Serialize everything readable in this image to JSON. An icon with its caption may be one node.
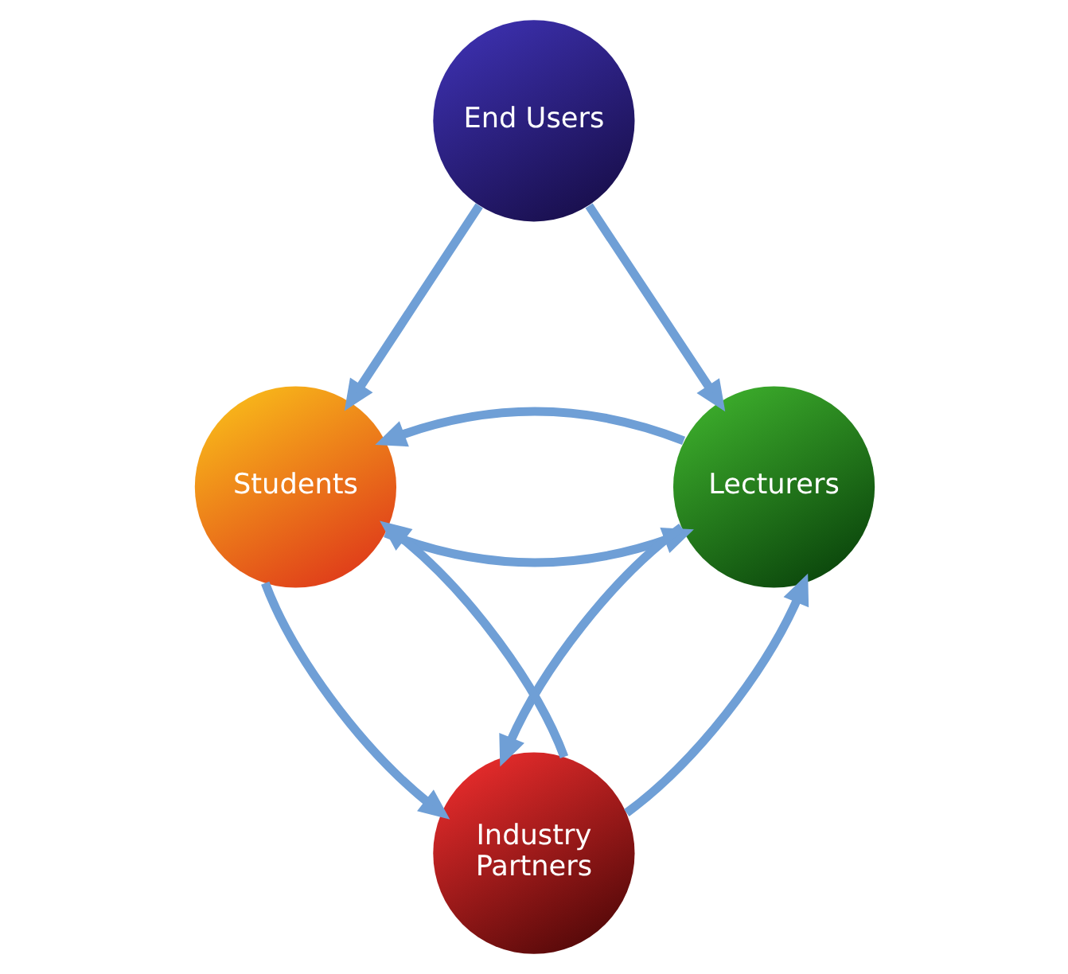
{
  "diagram": {
    "nodes": [
      {
        "text": [
          "End Users"
        ]
      },
      {
        "text": [
          "Students"
        ]
      },
      {
        "text": [
          "Lecturers"
        ]
      },
      {
        "text": [
          "Industry Partners"
        ]
      }
    ],
    "edges": [
      {
        "from": 0,
        "to": 1,
        "arrow": "to"
      },
      {
        "from": 0,
        "to": 2,
        "arrow": "to"
      },
      {
        "from": 1,
        "to": 2,
        "arrow": "to"
      },
      {
        "from": 2,
        "to": 1,
        "arrow": "to"
      },
      {
        "from": 1,
        "to": 3,
        "arrow": "to"
      },
      {
        "from": 3,
        "to": 1,
        "arrow": "to"
      },
      {
        "from": 3,
        "to": 2,
        "arrow": "to"
      },
      {
        "from": 2,
        "to": 3,
        "arrow": "to"
      }
    ]
  }
}
